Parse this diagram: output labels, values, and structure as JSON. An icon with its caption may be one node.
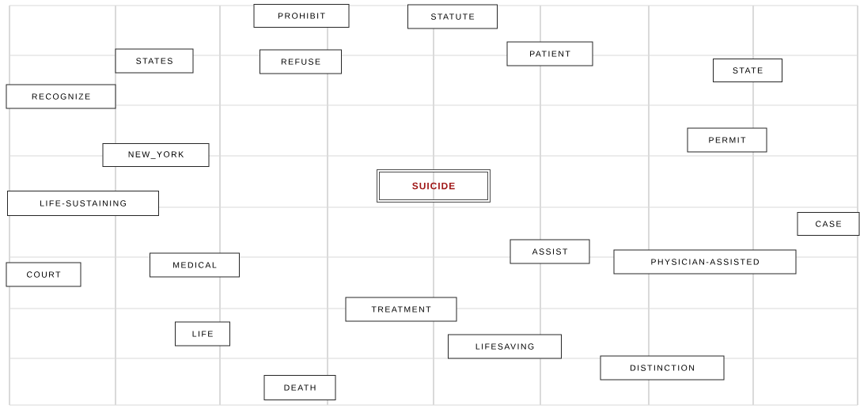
{
  "diagram": {
    "nodes": [
      {
        "text": [
          "PROHIBIT"
        ]
      },
      {
        "text": [
          "STATUTE"
        ]
      },
      {
        "text": [
          "PATIENT"
        ]
      },
      {
        "text": [
          "STATES"
        ]
      },
      {
        "text": [
          "REFUSE"
        ]
      },
      {
        "text": [
          "STATE"
        ]
      },
      {
        "text": [
          "RECOGNIZE"
        ]
      },
      {
        "text": [
          "PERMIT"
        ]
      },
      {
        "text": [
          "NEW_YORK"
        ]
      },
      {
        "text": [
          "SUICIDE"
        ]
      },
      {
        "text": [
          "LIFE-SUSTAINING"
        ]
      },
      {
        "text": [
          "CASE"
        ]
      },
      {
        "text": [
          "ASSIST"
        ]
      },
      {
        "text": [
          "PHYSICIAN-ASSISTED"
        ]
      },
      {
        "text": [
          "MEDICAL"
        ]
      },
      {
        "text": [
          "COURT"
        ]
      },
      {
        "text": [
          "TREATMENT"
        ]
      },
      {
        "text": [
          "LIFE"
        ]
      },
      {
        "text": [
          "LIFESAVING"
        ]
      },
      {
        "text": [
          "DISTINCTION"
        ]
      },
      {
        "text": [
          "DEATH"
        ]
      }
    ]
  }
}
